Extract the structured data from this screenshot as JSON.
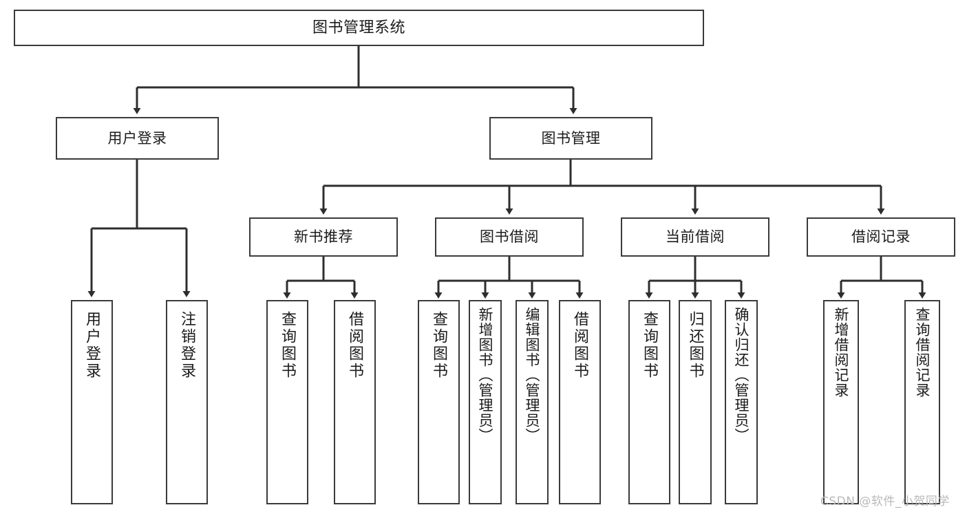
{
  "diagram": {
    "type": "tree",
    "title": "图书管理系统",
    "orientation": "top-down",
    "colors": {
      "background": "#ffffff",
      "node_border": "#3a3a3a",
      "node_fill": "#ffffff",
      "connector": "#2e2e2e",
      "text": "#1b1b1b",
      "watermark": "#b9b9b9"
    },
    "root": {
      "label": "图书管理系统"
    },
    "level1": [
      {
        "label": "用户登录"
      },
      {
        "label": "图书管理"
      }
    ],
    "level2": [
      {
        "label": "新书推荐"
      },
      {
        "label": "图书借阅"
      },
      {
        "label": "当前借阅"
      },
      {
        "label": "借阅记录"
      }
    ],
    "leaves": {
      "user_login": [
        {
          "label": "用户登录"
        },
        {
          "label": "注销登录"
        }
      ],
      "new_book_recommend": [
        {
          "label": "查询图书"
        },
        {
          "label": "借阅图书"
        }
      ],
      "book_borrow": [
        {
          "label": "查询图书"
        },
        {
          "label": "新增图书（管理员）"
        },
        {
          "label": "编辑图书（管理员）"
        },
        {
          "label": "借阅图书"
        }
      ],
      "current_borrow": [
        {
          "label": "查询图书"
        },
        {
          "label": "归还图书"
        },
        {
          "label": "确认归还（管理员）"
        }
      ],
      "borrow_record": [
        {
          "label": "新增借阅记录"
        },
        {
          "label": "查询借阅记录"
        }
      ]
    }
  },
  "watermark": {
    "text": "CSDN @软件_小贺同学"
  }
}
